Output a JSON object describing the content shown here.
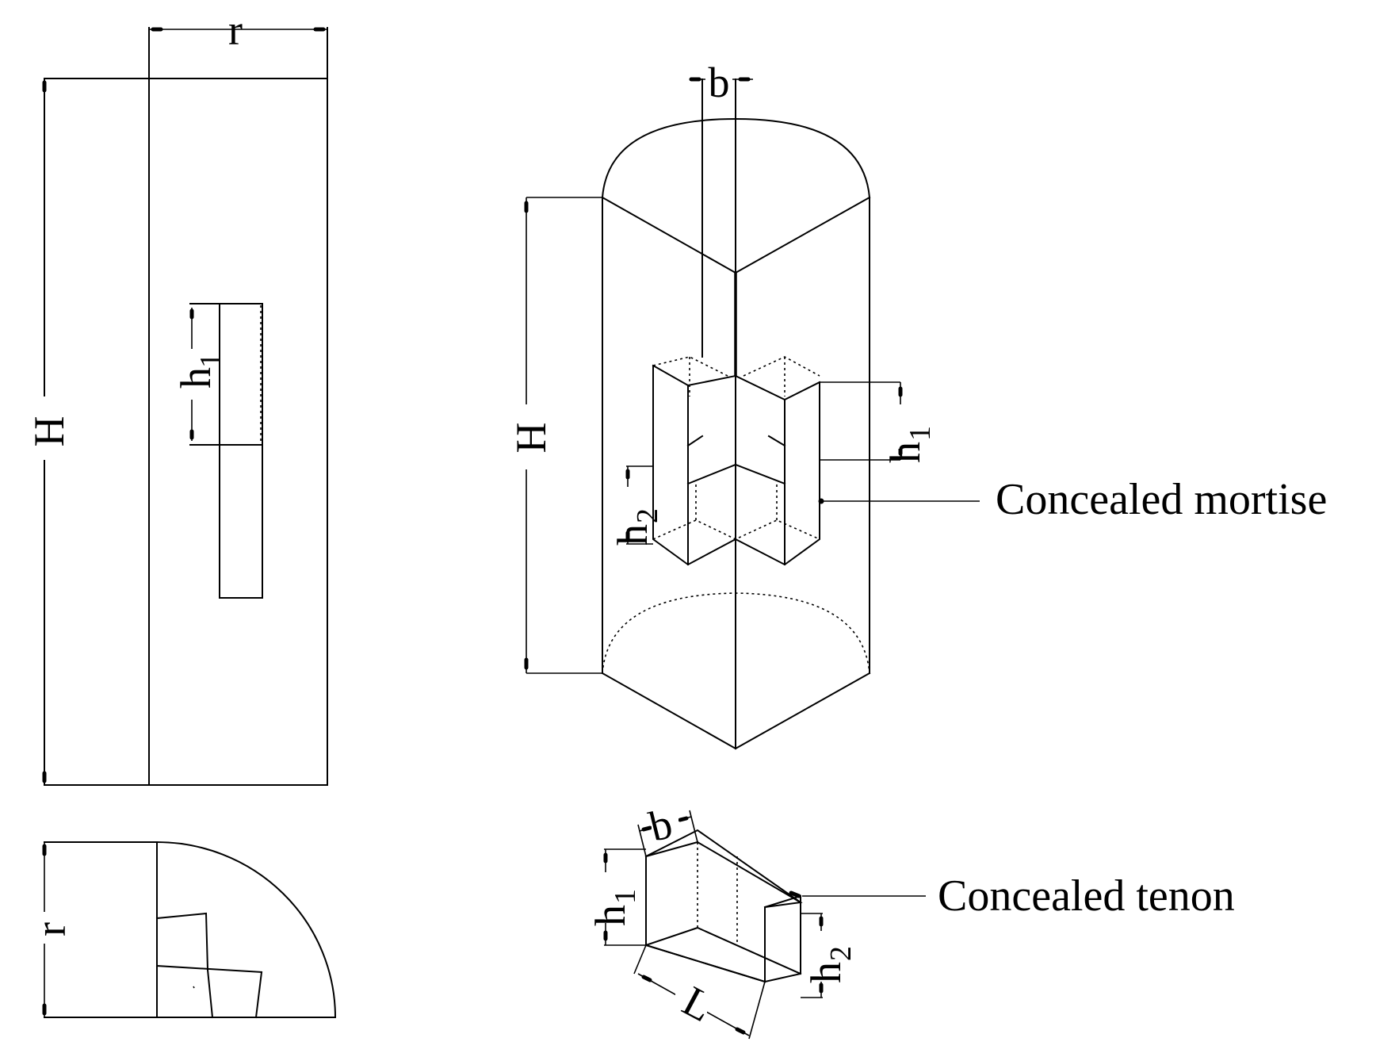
{
  "labels": {
    "r": "r",
    "H": "H",
    "b": "b",
    "h": "h",
    "sub1": "1",
    "sub2": "2",
    "L": "L"
  },
  "callouts": {
    "mortise": "Concealed mortise",
    "tenon": "Concealed tenon"
  }
}
